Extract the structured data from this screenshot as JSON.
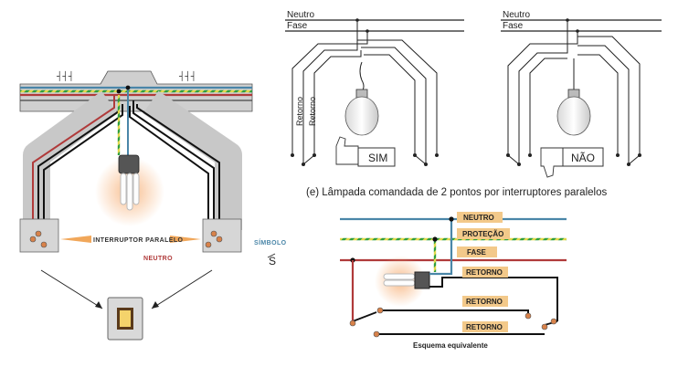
{
  "top_right": {
    "neutro_label": "Neutro",
    "fase_label": "Fase",
    "retorno_label": "Retorno",
    "sim_label": "SIM",
    "nao_label": "NÃO",
    "caption": "(e) Lâmpada comandada de 2 pontos por interruptores paralelos"
  },
  "left_diagram": {
    "interruptor_label": "Interruptor paralelo",
    "neutro_label": "Neutro",
    "simbolo_label": "Símbolo",
    "simbolo_glyph": "S"
  },
  "equivalent": {
    "neutro": "Neutro",
    "protecao": "Proteção",
    "fase": "Fase",
    "retorno": "Retorno",
    "caption": "Esquema equivalente"
  },
  "colors": {
    "neutro_wire": "#4a86a8",
    "protecao_wire": "#2e9e3e",
    "fase_wire": "#b03a3a",
    "retorno_wire": "#111111",
    "tag_fill": "#f3c98a",
    "conduit": "#c8c8c8"
  }
}
